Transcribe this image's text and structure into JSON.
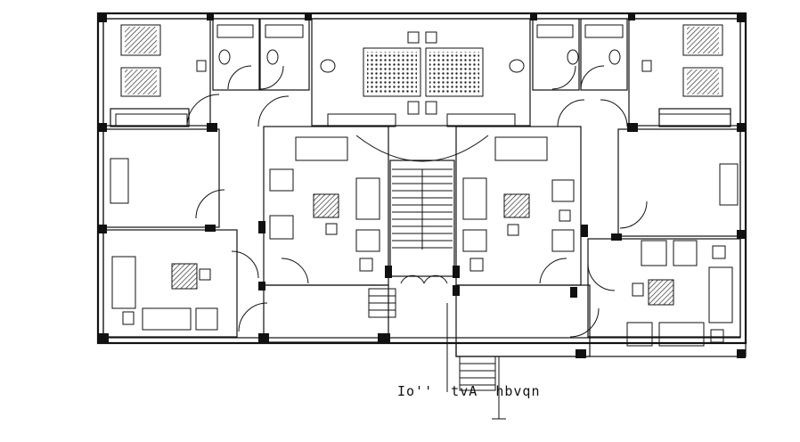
{
  "drawing": {
    "caption": "Io''  tvA  hbvqn",
    "line_color": "#111111",
    "hatch_color": "#333333",
    "background": "#ffffff"
  },
  "rooms": [
    {
      "id": "bedroom-left-top"
    },
    {
      "id": "kitchen-left"
    },
    {
      "id": "living-left-outer"
    },
    {
      "id": "living-left-inner"
    },
    {
      "id": "staircase"
    },
    {
      "id": "living-right-inner"
    },
    {
      "id": "kitchen-right"
    },
    {
      "id": "living-right-outer"
    },
    {
      "id": "bedroom-right-top"
    },
    {
      "id": "master-bedroom-center"
    }
  ]
}
